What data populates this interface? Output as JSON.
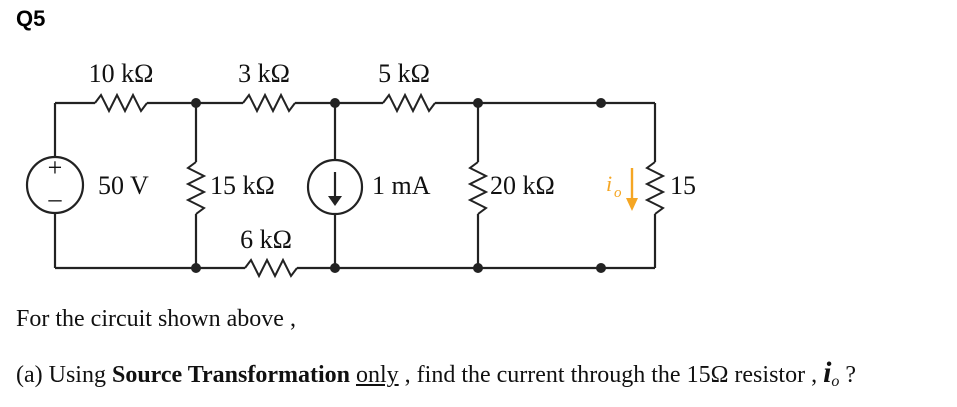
{
  "question": {
    "number": "Q5",
    "intro": "For the circuit shown above ,",
    "part_a": {
      "prefix": "(a) Using ",
      "bold": "Source Transformation",
      "space": " ",
      "underlined": "only",
      "rest": " , find the current through the 15Ω resistor , ",
      "symbol": "i",
      "symbol_sub": "o",
      "suffix": " ?"
    }
  },
  "circuit": {
    "source_voltage": "50 V",
    "source_plus": "+",
    "source_minus": "–",
    "r_top_1": "10 kΩ",
    "r_top_2": "3 kΩ",
    "r_top_3": "5 kΩ",
    "r_shunt_1": "15 kΩ",
    "r_bottom": "6 kΩ",
    "current_source": "1 mA",
    "r_shunt_2": "20 kΩ",
    "r_load": "15",
    "io_label": "i",
    "io_sub": "o",
    "io_color": "#f5a623"
  }
}
